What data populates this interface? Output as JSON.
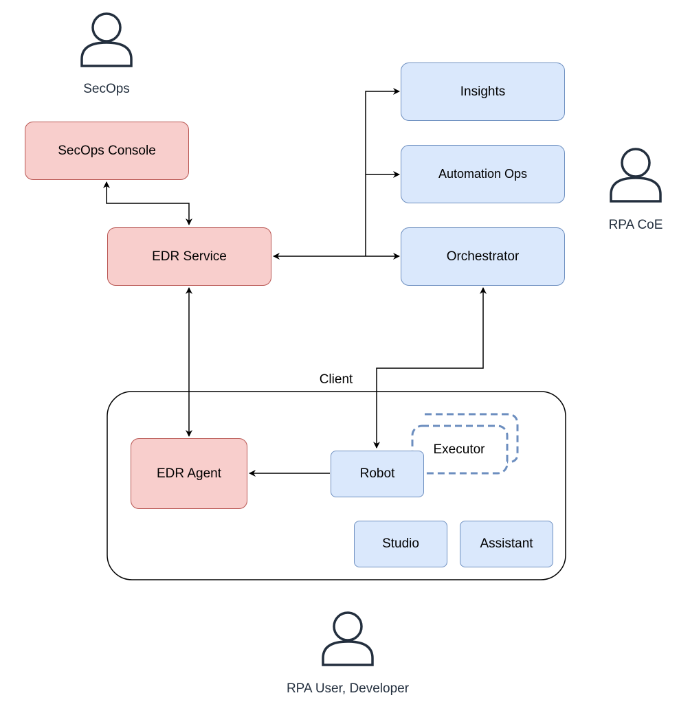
{
  "actors": {
    "secops": "SecOps",
    "rpa_coe": "RPA CoE",
    "rpa_user": "RPA User, Developer"
  },
  "nodes": {
    "secops_console": "SecOps Console",
    "edr_service": "EDR Service",
    "insights": "Insights",
    "automation_ops": "Automation Ops",
    "orchestrator": "Orchestrator",
    "edr_agent": "EDR Agent",
    "robot": "Robot",
    "executor": "Executor",
    "studio": "Studio",
    "assistant": "Assistant"
  },
  "groups": {
    "client": "Client"
  },
  "colors": {
    "security_fill": "#f8cecc",
    "security_stroke": "#b85450",
    "uipath_fill": "#dae8fc",
    "uipath_stroke": "#6c8ebf",
    "actor": "#232f3e"
  }
}
